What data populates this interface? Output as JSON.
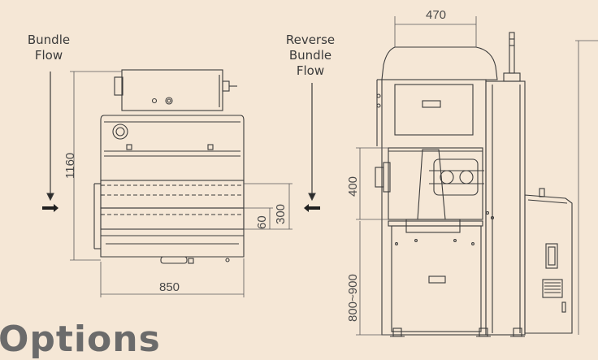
{
  "labels": {
    "bundle_flow_line1": "Bundle",
    "bundle_flow_line2": "Flow",
    "reverse_line1": "Reverse",
    "reverse_line2": "Bundle",
    "reverse_line3": "Flow"
  },
  "dimensions": {
    "top_view_depth": "1160",
    "top_view_width": "850",
    "dim_60": "60",
    "dim_300": "300",
    "side_view_width": "470",
    "section_height": "400",
    "leg_height": "800~900"
  },
  "section_heading": "Options",
  "colors": {
    "background": "#f5e7d6",
    "stroke": "#3b3b3b",
    "dim_line": "#5a5a5a"
  }
}
